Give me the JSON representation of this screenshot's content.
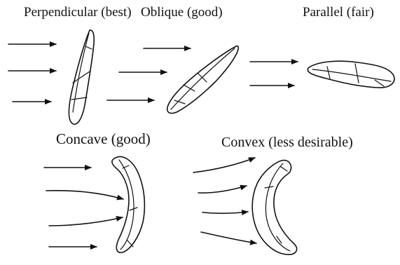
{
  "labels": {
    "perpendicular": "Perpendicular (best)",
    "oblique": "Oblique (good)",
    "parallel": "Parallel (fair)",
    "concave": "Concave (good)",
    "convex": "Convex (less desirable)"
  },
  "colors": {
    "ink": "#111111",
    "background": "#ffffff"
  }
}
